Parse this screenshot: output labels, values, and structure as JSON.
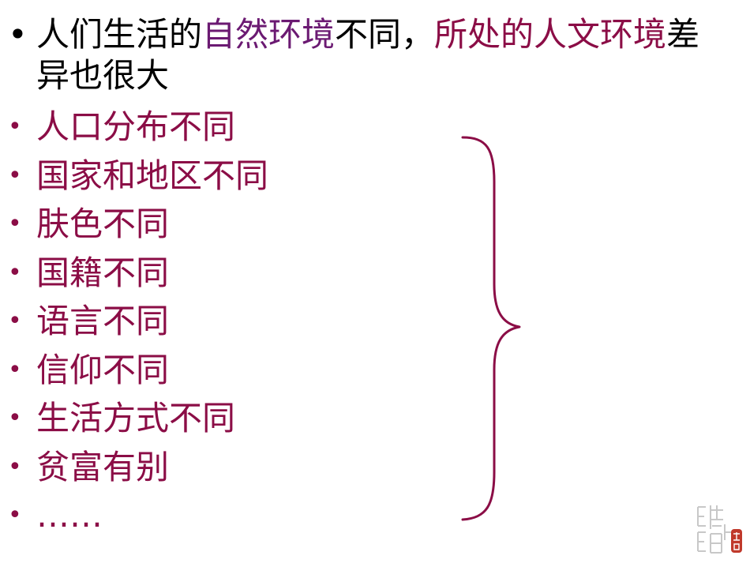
{
  "lead": {
    "bullet": "•",
    "part1": "人们生活的",
    "part2": "自然环境",
    "part3": "不同，",
    "part4": "所处的人文环境",
    "part5": "差异也很大"
  },
  "items": [
    {
      "label": "人口分布不同"
    },
    {
      "label": "国家和地区不同"
    },
    {
      "label": "肤色不同"
    },
    {
      "label": "国籍不同"
    },
    {
      "label": "语言不同"
    },
    {
      "label": "信仰不同"
    },
    {
      "label": "生活方式不同"
    },
    {
      "label": "贫富有别"
    },
    {
      "label": "……"
    }
  ],
  "bullet_symbol": "•",
  "colors": {
    "text": "#000000",
    "purple_highlight": "#6b1a72",
    "maroon": "#8b0d46",
    "seal_red": "#c0392b",
    "watermark_gray": "#c8c8c8"
  },
  "decorations": {
    "brace": "right-curly-brace",
    "seal": "watermark-seal-icon"
  }
}
